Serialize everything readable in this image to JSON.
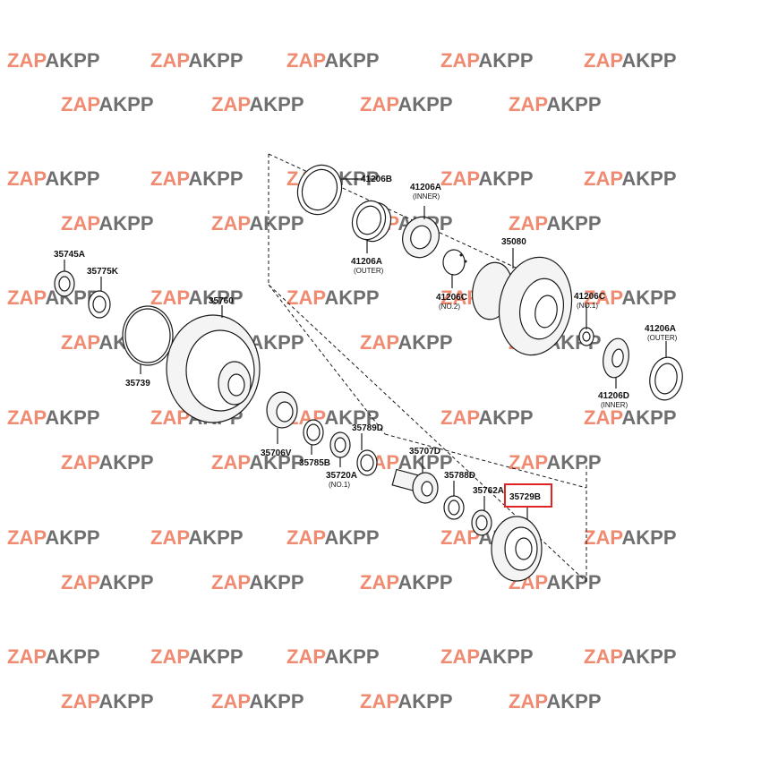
{
  "watermark": {
    "prefix": "ZAP",
    "suffix": "AKPP"
  },
  "parts": [
    {
      "number": "41206B",
      "sub": ""
    },
    {
      "number": "41206A",
      "sub": "(INNER)"
    },
    {
      "number": "41206A",
      "sub": "(OUTER)"
    },
    {
      "number": "35080",
      "sub": ""
    },
    {
      "number": "41206C",
      "sub": "(NO.2)"
    },
    {
      "number": "41206C",
      "sub": "(NO.1)"
    },
    {
      "number": "41206A",
      "sub": "(OUTER)"
    },
    {
      "number": "41206D",
      "sub": "(INNER)"
    },
    {
      "number": "35745A",
      "sub": ""
    },
    {
      "number": "35775K",
      "sub": ""
    },
    {
      "number": "35760",
      "sub": ""
    },
    {
      "number": "35739",
      "sub": ""
    },
    {
      "number": "35706V",
      "sub": ""
    },
    {
      "number": "35785B",
      "sub": ""
    },
    {
      "number": "35789D",
      "sub": ""
    },
    {
      "number": "35720A",
      "sub": "(NO.1)"
    },
    {
      "number": "35707D",
      "sub": ""
    },
    {
      "number": "35788D",
      "sub": ""
    },
    {
      "number": "35762A",
      "sub": ""
    },
    {
      "number": "35729B",
      "sub": ""
    }
  ],
  "colors": {
    "watermark_prefix": "#f08a70",
    "watermark_suffix": "#6f6f6f",
    "highlight": "#e02424"
  }
}
